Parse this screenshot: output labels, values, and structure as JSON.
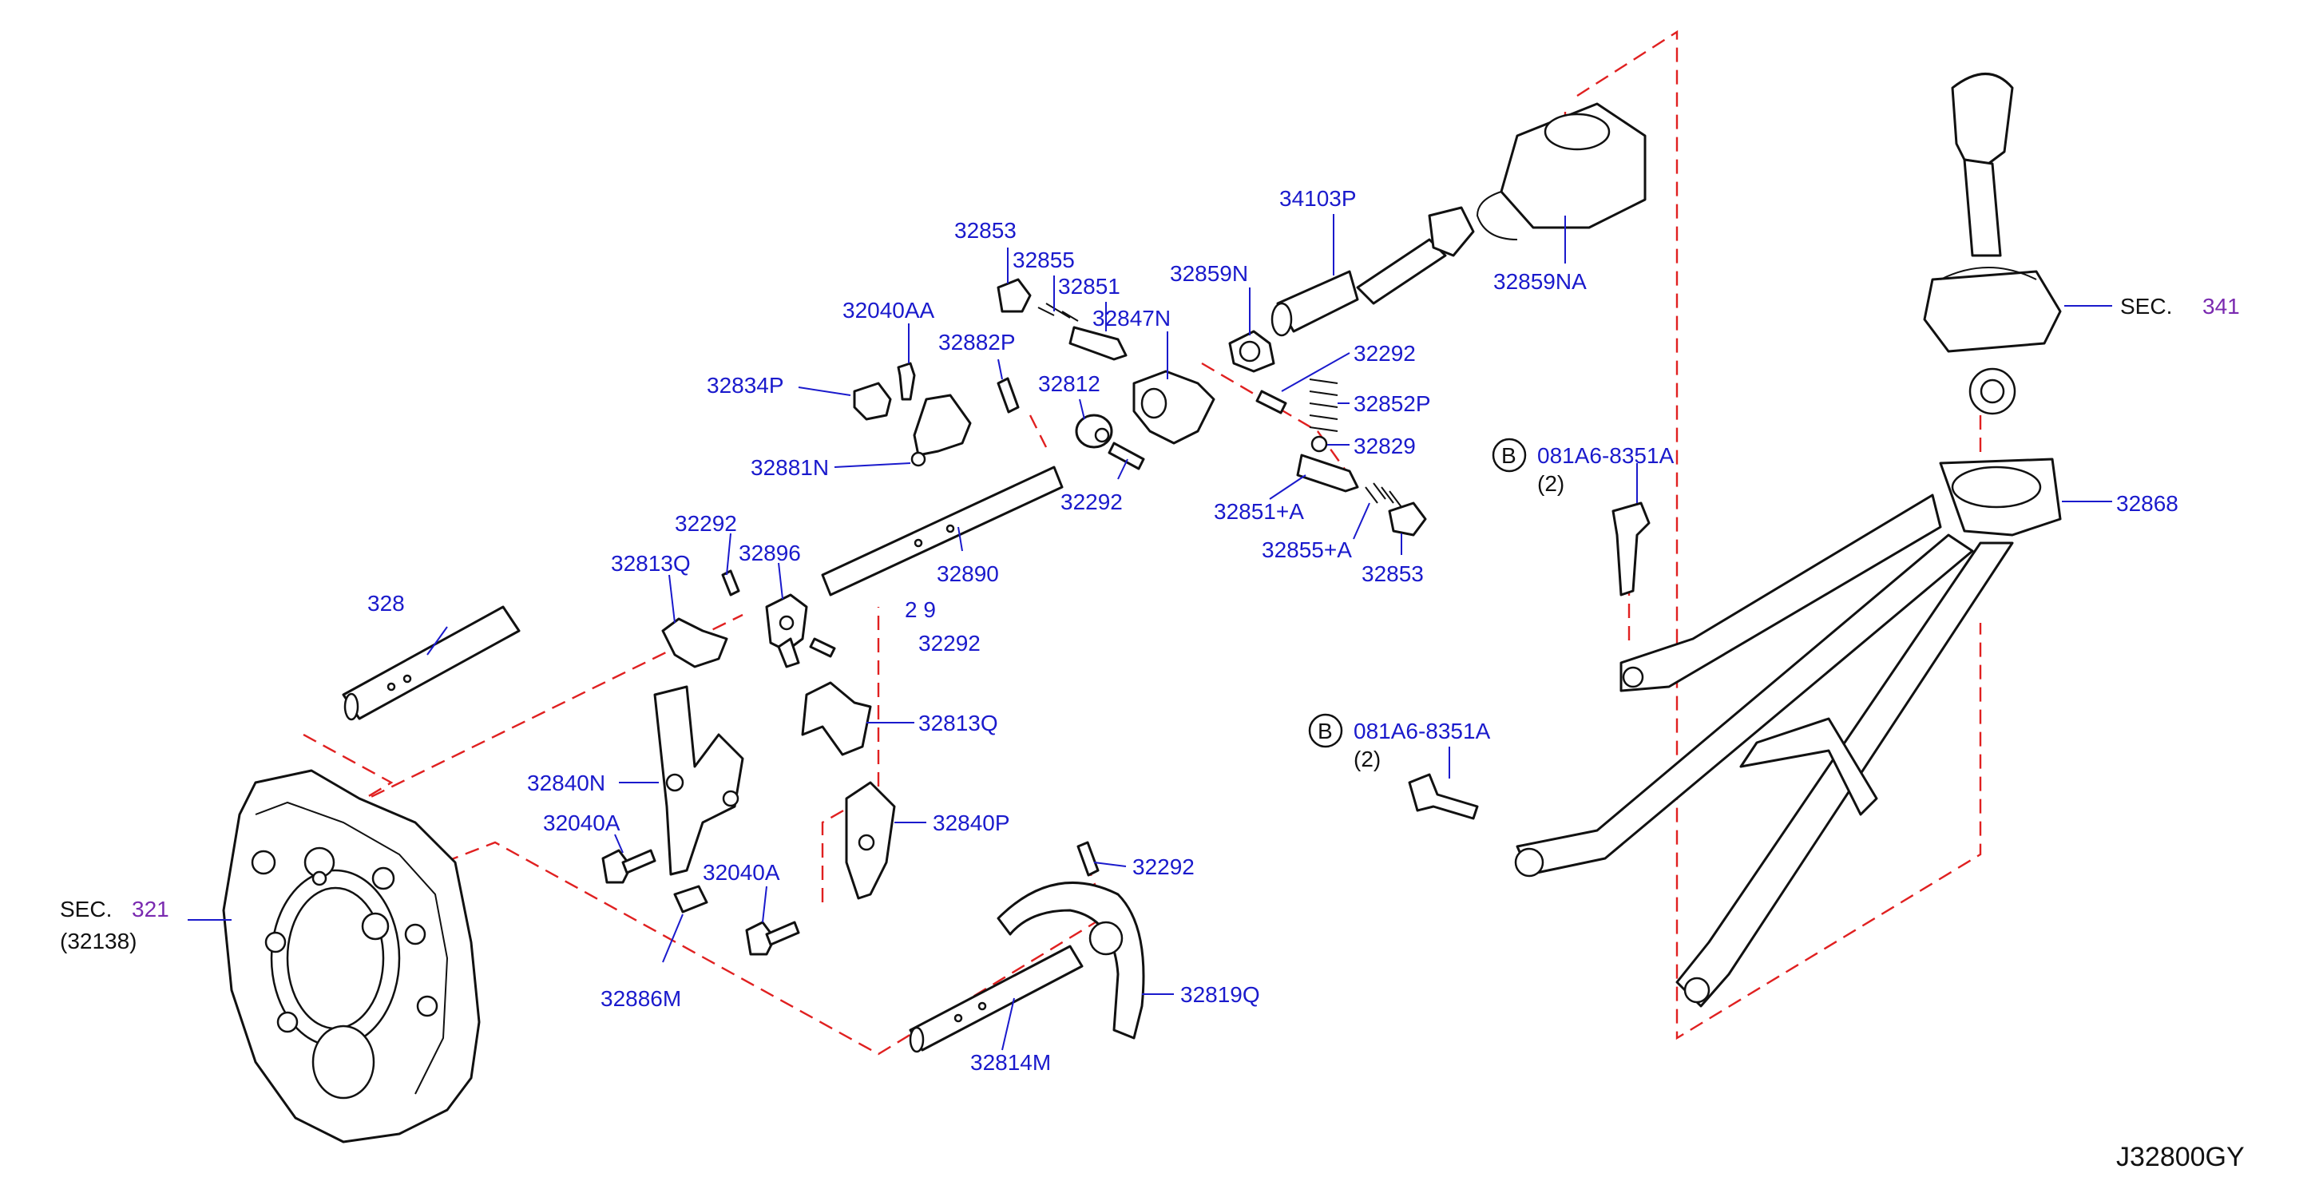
{
  "diagram_code": "J32800GY",
  "sec_321": {
    "prefix": "SEC.",
    "number": "321",
    "sub": "(32138)"
  },
  "sec_341": {
    "prefix": "SEC.",
    "number": "341"
  },
  "bolt_callouts": [
    {
      "circle": "B",
      "part": "081A6-8351A",
      "qty": "(2)"
    },
    {
      "circle": "B",
      "part": "081A6-8351A",
      "qty": "(2)"
    }
  ],
  "parts": {
    "p32853_top": "32853",
    "p32855": "32855",
    "p32851": "32851",
    "p32847N": "32847N",
    "p32859N": "32859N",
    "p34103P": "34103P",
    "p32859NA": "32859NA",
    "p32040AA": "32040AA",
    "p32882P": "32882P",
    "p32834P": "32834P",
    "p32812": "32812",
    "p32292_a": "32292",
    "p32852P": "32852P",
    "p32829": "32829",
    "p32881N": "32881N",
    "p32292_b": "32292",
    "p32851A": "32851+A",
    "p32855A": "32855+A",
    "p32853_bot": "32853",
    "p32292_c": "32292",
    "p32896": "32896",
    "p32813Q_a": "32813Q",
    "p32890": "32890",
    "p328_partial": "328",
    "p29_partial": "2 9",
    "p32292_d": "32292",
    "p32813Q_b": "32813Q",
    "p32840N": "32840N",
    "p32040A_a": "32040A",
    "p32840P": "32840P",
    "p32040A_b": "32040A",
    "p32292_e": "32292",
    "p32886M": "32886M",
    "p32819Q": "32819Q",
    "p32814M": "32814M",
    "p32868": "32868"
  }
}
